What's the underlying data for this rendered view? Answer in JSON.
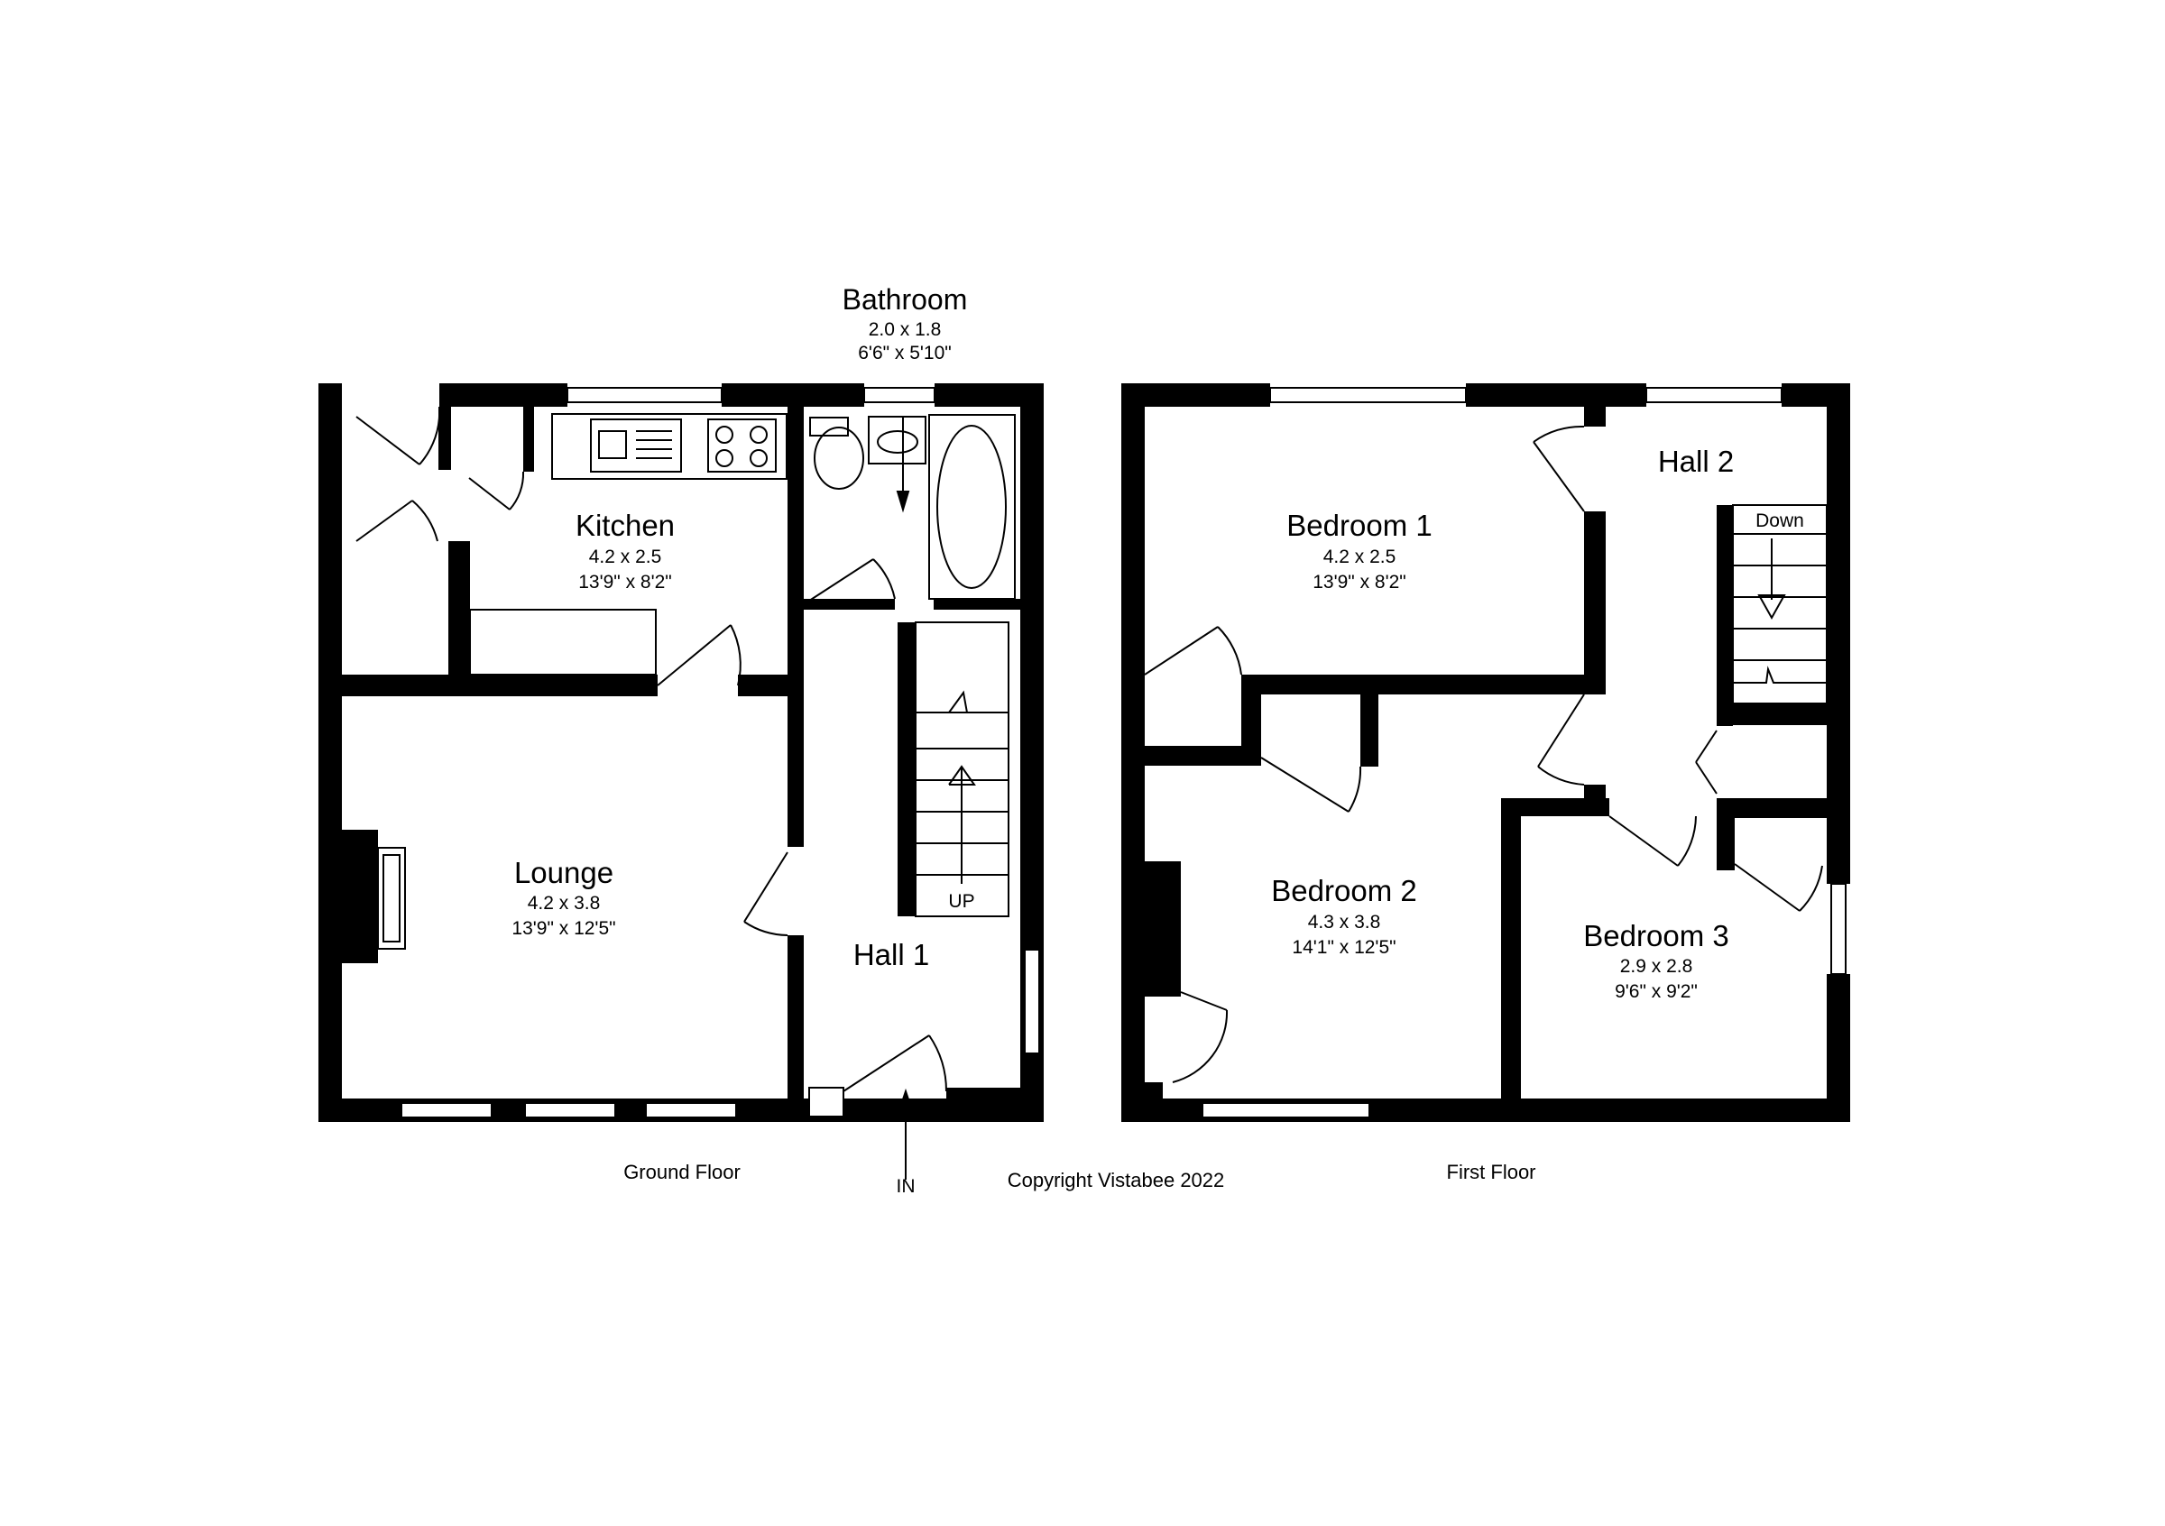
{
  "plan": {
    "ground_floor": {
      "label": "Ground Floor",
      "rooms": [
        {
          "name": "Kitchen",
          "metric": "4.2 x 2.5",
          "imperial": "13'9\" x 8'2\""
        },
        {
          "name": "Lounge",
          "metric": "4.2 x 3.8",
          "imperial": "13'9\" x 12'5\""
        },
        {
          "name": "Hall 1"
        },
        {
          "name": "Bathroom",
          "metric": "2.0 x 1.8",
          "imperial": "6'6\" x 5'10\""
        }
      ],
      "stairs_label": "UP",
      "entrance_label": "IN"
    },
    "first_floor": {
      "label": "First Floor",
      "rooms": [
        {
          "name": "Bedroom 1",
          "metric": "4.2 x 2.5",
          "imperial": "13'9\" x 8'2\""
        },
        {
          "name": "Hall 2"
        },
        {
          "name": "Bedroom 2",
          "metric": "4.3 x 3.8",
          "imperial": "14'1\" x 12'5\""
        },
        {
          "name": "Bedroom 3",
          "metric": "2.9 x 2.8",
          "imperial": "9'6\" x 9'2\""
        }
      ],
      "stairs_label": "Down"
    },
    "copyright": "Copyright Vistabee 2022"
  }
}
